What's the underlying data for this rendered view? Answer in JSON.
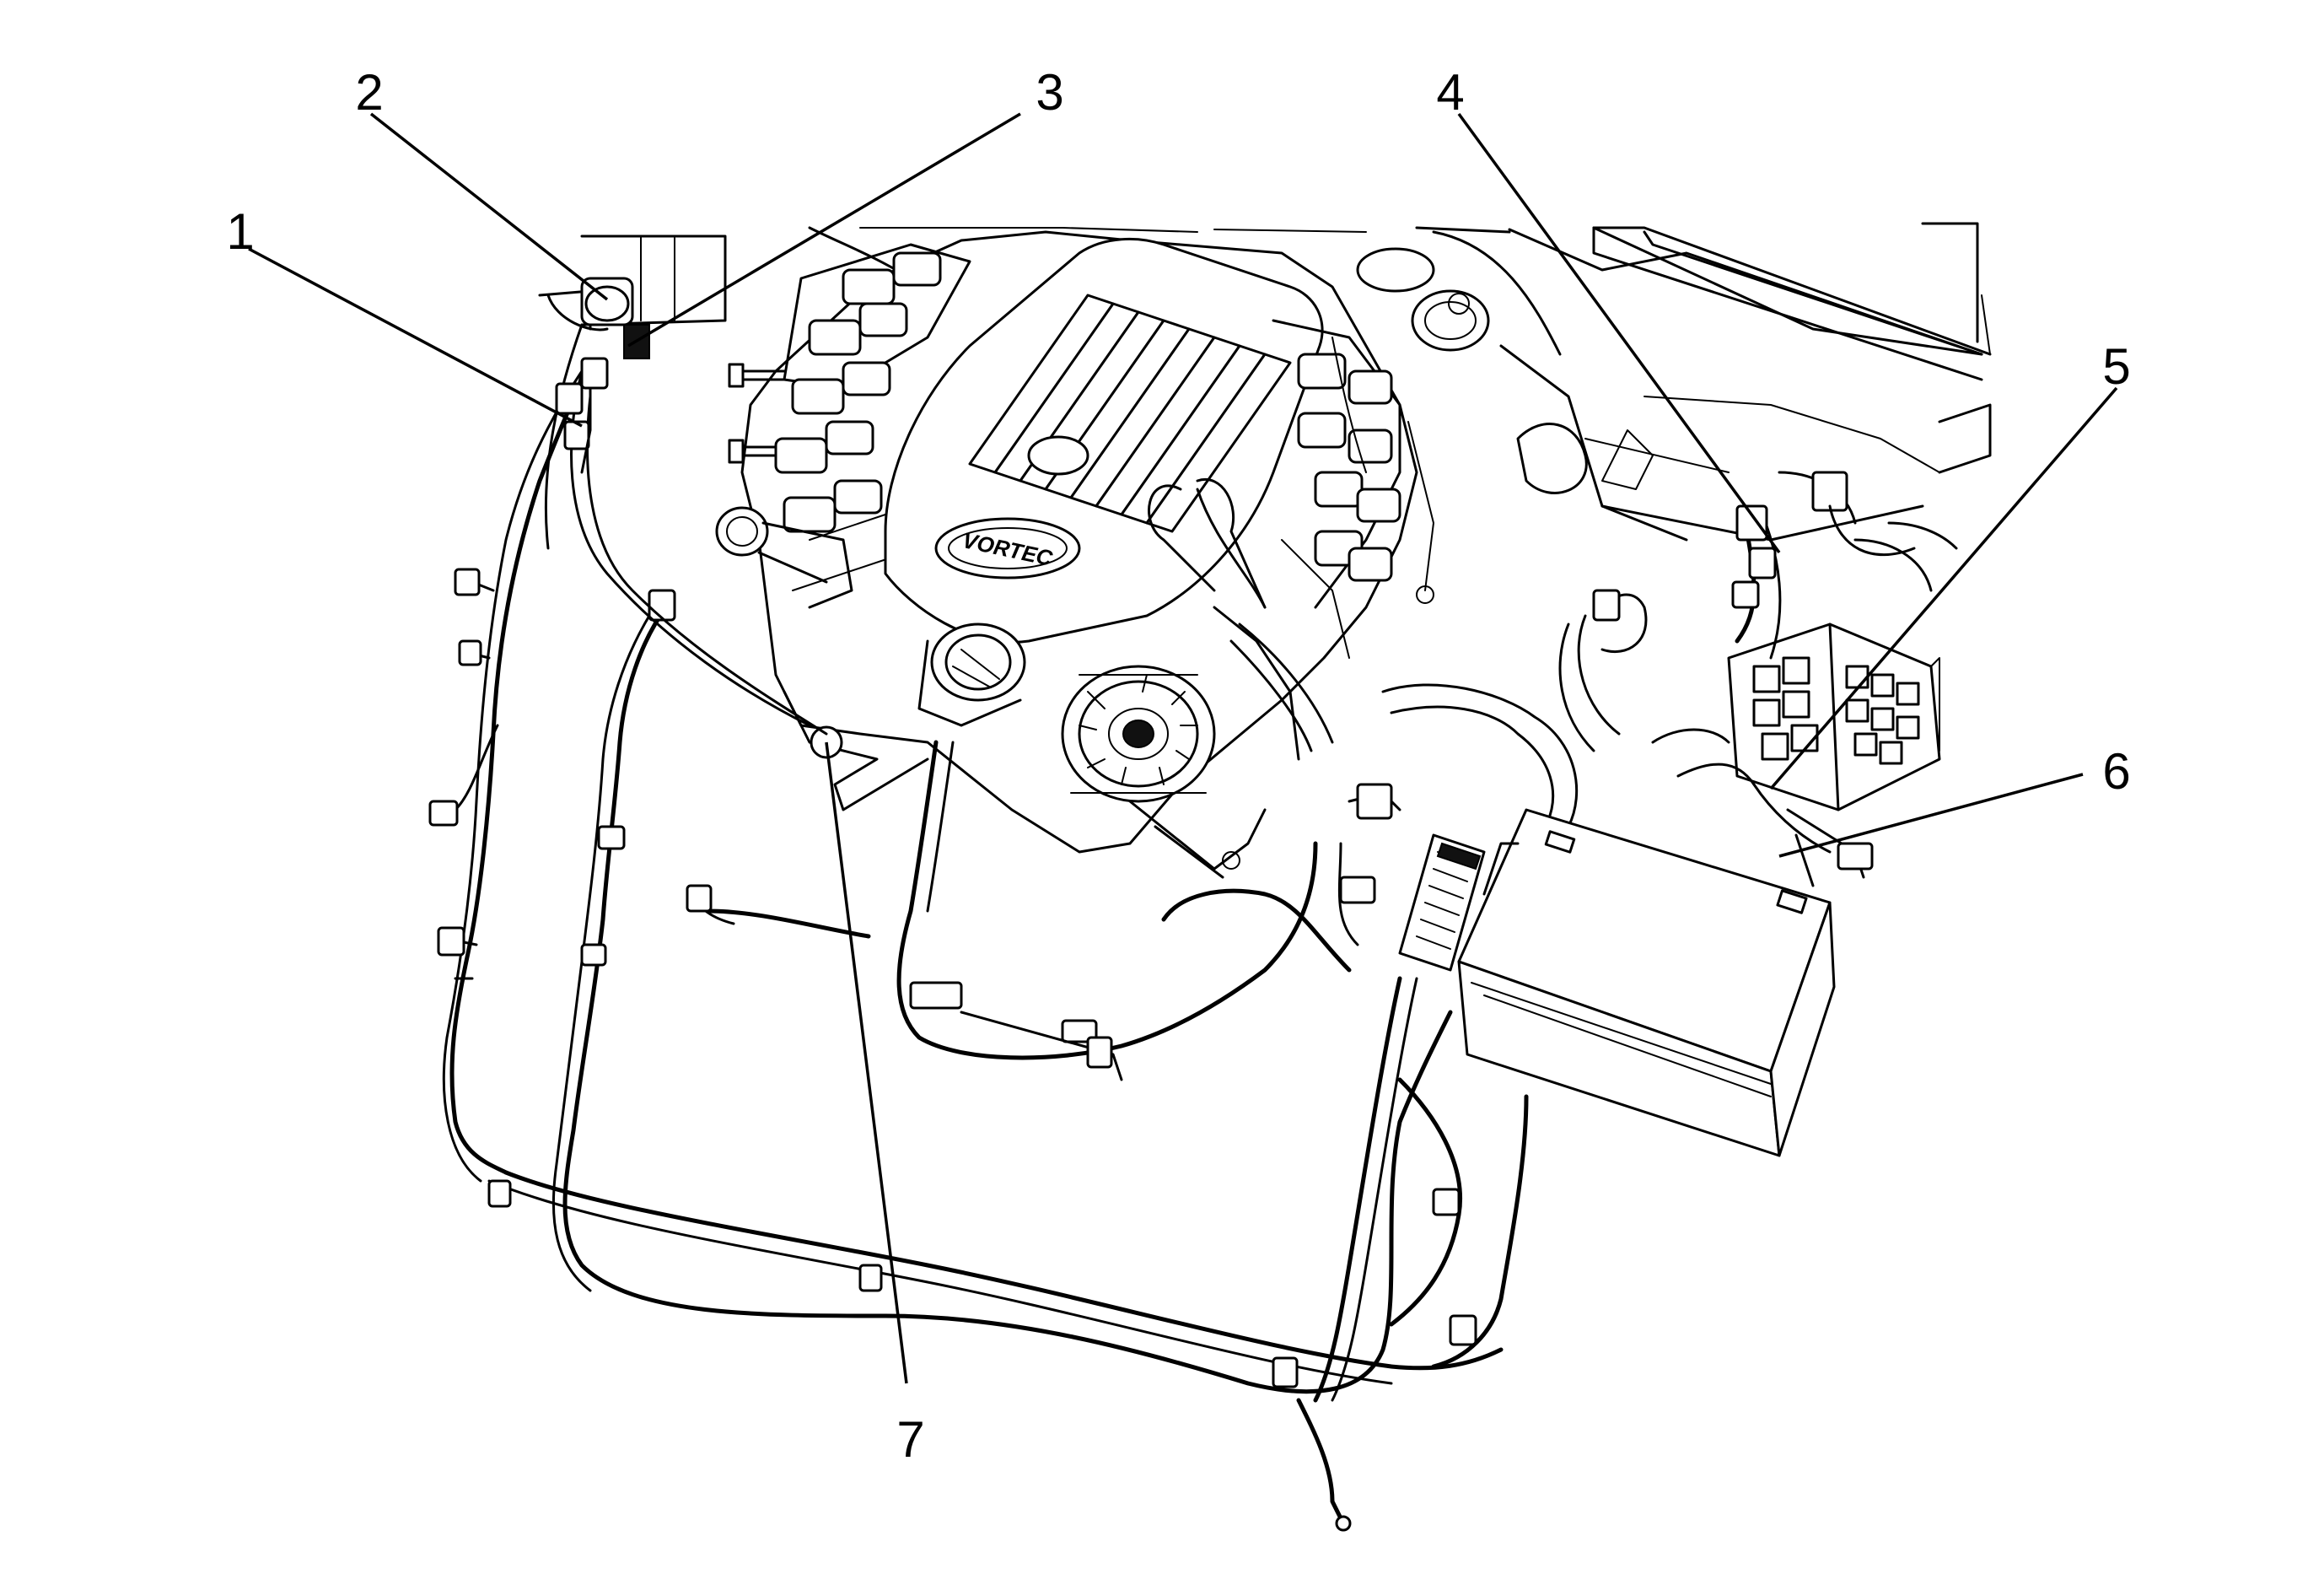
{
  "callouts": [
    {
      "id": "1",
      "label": "1"
    },
    {
      "id": "2",
      "label": "2"
    },
    {
      "id": "3",
      "label": "3"
    },
    {
      "id": "4",
      "label": "4"
    },
    {
      "id": "5",
      "label": "5"
    },
    {
      "id": "6",
      "label": "6"
    },
    {
      "id": "7",
      "label": "7"
    }
  ],
  "engine_cover_badge": {
    "text": "VORTEC"
  }
}
